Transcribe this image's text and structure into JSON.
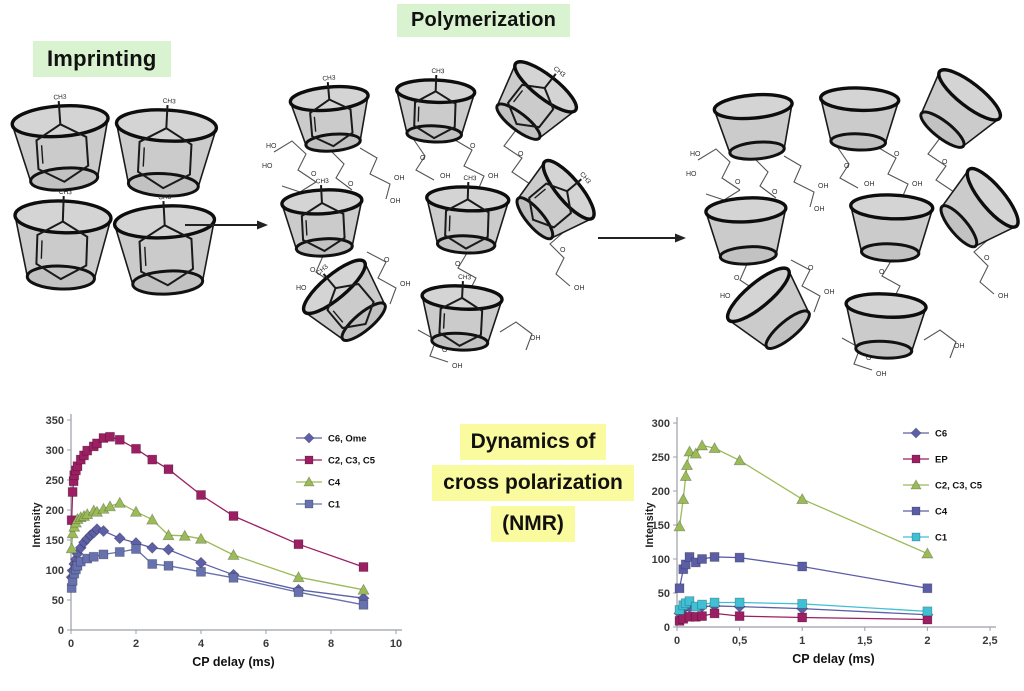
{
  "diagram": {
    "imprinting_label": "Imprinting",
    "polymerization_label": "Polymerization",
    "chem": {
      "oh": "OH",
      "ho": "HO",
      "o": "O",
      "ch3": "CH3"
    }
  },
  "nmr_label": {
    "line1": "Dynamics of",
    "line2": "cross polarization",
    "line3": "(NMR)"
  },
  "chart_data": [
    {
      "type": "line",
      "title": "",
      "xlabel": "CP delay (ms)",
      "ylabel": "Intensity",
      "xlim": [
        0,
        10
      ],
      "ylim": [
        0,
        350
      ],
      "xticks": [
        "0",
        "2",
        "4",
        "6",
        "8",
        "10"
      ],
      "xtick_values": [
        0,
        2,
        4,
        6,
        8,
        10
      ],
      "yticks": [
        0,
        50,
        100,
        150,
        200,
        250,
        300,
        350
      ],
      "grid": false,
      "legend_position": "inside-right",
      "series": [
        {
          "name": "C6, Ome",
          "marker": "diamond",
          "color": "#5d5fa7",
          "x": [
            0.02,
            0.05,
            0.1,
            0.15,
            0.2,
            0.3,
            0.4,
            0.5,
            0.6,
            0.7,
            0.8,
            1,
            1.5,
            2,
            2.5,
            3,
            4,
            5,
            7,
            9
          ],
          "y": [
            88,
            99,
            110,
            118,
            127,
            137,
            146,
            152,
            158,
            162,
            168,
            165,
            153,
            145,
            137,
            134,
            112,
            92,
            67,
            53
          ]
        },
        {
          "name": "C2, C3, C5",
          "marker": "square",
          "color": "#9b1f62",
          "x": [
            0.02,
            0.05,
            0.08,
            0.1,
            0.15,
            0.2,
            0.3,
            0.4,
            0.5,
            0.7,
            0.8,
            1,
            1.2,
            1.5,
            2,
            2.5,
            3,
            4,
            5,
            7,
            9
          ],
          "y": [
            183,
            230,
            248,
            258,
            266,
            273,
            284,
            291,
            299,
            306,
            311,
            320,
            322,
            317,
            302,
            284,
            268,
            225,
            190,
            143,
            105
          ]
        },
        {
          "name": "C4",
          "marker": "triangle",
          "color": "#9bbb59",
          "x": [
            0.02,
            0.05,
            0.1,
            0.15,
            0.2,
            0.3,
            0.4,
            0.5,
            0.7,
            0.8,
            1,
            1.2,
            1.5,
            2,
            2.5,
            3,
            3.5,
            4,
            5,
            7,
            9
          ],
          "y": [
            136,
            161,
            172,
            179,
            185,
            188,
            190,
            193,
            199,
            197,
            202,
            206,
            212,
            197,
            184,
            158,
            157,
            152,
            125,
            88,
            67
          ]
        },
        {
          "name": "C1",
          "marker": "square",
          "color": "#6671ae",
          "x": [
            0.02,
            0.05,
            0.1,
            0.15,
            0.2,
            0.3,
            0.5,
            0.7,
            1,
            1.5,
            2,
            2.5,
            3,
            4,
            5,
            7,
            9
          ],
          "y": [
            70,
            82,
            94,
            101,
            107,
            114,
            119,
            122,
            126,
            130,
            135,
            110,
            107,
            97,
            87,
            63,
            42
          ]
        }
      ]
    },
    {
      "type": "line",
      "title": "",
      "xlabel": "CP delay (ms)",
      "ylabel": "Intensity",
      "xlim": [
        0,
        2.5
      ],
      "ylim": [
        0,
        300
      ],
      "xticks": [
        "0",
        "0,5",
        "1",
        "1,5",
        "2",
        "2,5"
      ],
      "xtick_values": [
        0,
        0.5,
        1,
        1.5,
        2,
        2.5
      ],
      "yticks": [
        0,
        50,
        100,
        150,
        200,
        250,
        300
      ],
      "grid": false,
      "legend_position": "inside-right",
      "series": [
        {
          "name": "C6",
          "marker": "diamond",
          "color": "#5d5fa7",
          "x": [
            0.02,
            0.05,
            0.1,
            0.2,
            0.3,
            0.5,
            1,
            2
          ],
          "y": [
            20,
            26,
            29,
            30,
            31,
            30,
            27,
            18
          ]
        },
        {
          "name": "EP",
          "marker": "square",
          "color": "#9b1f62",
          "x": [
            0.02,
            0.05,
            0.1,
            0.15,
            0.2,
            0.3,
            0.5,
            1,
            2
          ],
          "y": [
            9,
            12,
            15,
            15,
            16,
            20,
            16,
            14,
            11
          ]
        },
        {
          "name": "C2, C3, C5",
          "marker": "triangle",
          "color": "#9bbb59",
          "x": [
            0.02,
            0.05,
            0.07,
            0.08,
            0.1,
            0.15,
            0.2,
            0.3,
            0.5,
            1,
            2
          ],
          "y": [
            148,
            188,
            222,
            238,
            258,
            255,
            267,
            263,
            245,
            188,
            108
          ]
        },
        {
          "name": "C4",
          "marker": "square",
          "color": "#5b5ea6",
          "x": [
            0.02,
            0.05,
            0.07,
            0.1,
            0.15,
            0.2,
            0.3,
            0.5,
            1,
            2
          ],
          "y": [
            57,
            85,
            92,
            103,
            95,
            100,
            103,
            102,
            89,
            57
          ]
        },
        {
          "name": "C1",
          "marker": "square",
          "color": "#3fc0d4",
          "x": [
            0.02,
            0.05,
            0.07,
            0.1,
            0.15,
            0.2,
            0.3,
            0.5,
            1,
            2
          ],
          "y": [
            25,
            32,
            35,
            38,
            30,
            33,
            36,
            36,
            34,
            23
          ]
        }
      ]
    }
  ]
}
